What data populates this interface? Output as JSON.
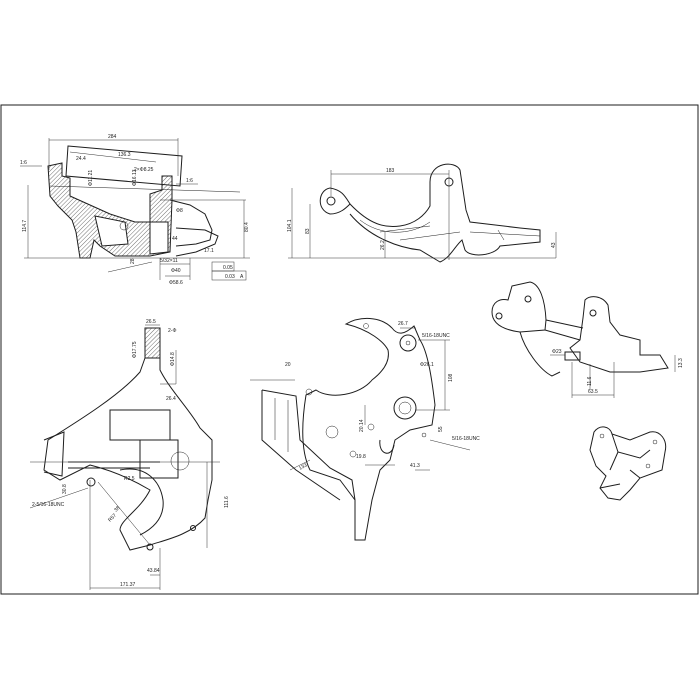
{
  "sheet": {
    "title": "Technical drawing sheet – cast bracket views"
  },
  "view_section": {
    "labels": [
      "284",
      "24.4",
      "136.3",
      "2×Φ8.25",
      "Φ11.21",
      "Φ16.13",
      "1:6",
      "1:6",
      "114.7",
      "80.4",
      "Φ40",
      "Φ58.6",
      "5/32×11",
      "0.05",
      "0.03",
      "A",
      "28",
      "44",
      "Φ8",
      "17.1"
    ]
  },
  "view_side": {
    "labels": [
      "183",
      "104.1",
      "83",
      "26.2",
      "43"
    ]
  },
  "view_front": {
    "labels": [
      "26.5",
      "2-Φ",
      "Φ17.75",
      "Φ14.8",
      "26.4",
      "R2.5",
      "30.8",
      "2-5/16-18UNC",
      "38",
      "R57",
      "111.6",
      "43.84",
      "171.37"
    ]
  },
  "view_rear": {
    "labels": [
      "26.7",
      "5/16-18UNC",
      "Φ26.1",
      "20",
      "108",
      "20.14",
      "19.8",
      "55",
      "41.3",
      "5/16-18UNC",
      "133"
    ]
  },
  "view_top": {
    "labels": [
      "Φ23",
      "11.6",
      "63.5",
      "13.3"
    ]
  },
  "colors": {
    "line": "#1e1e1e",
    "background": "#ffffff"
  }
}
